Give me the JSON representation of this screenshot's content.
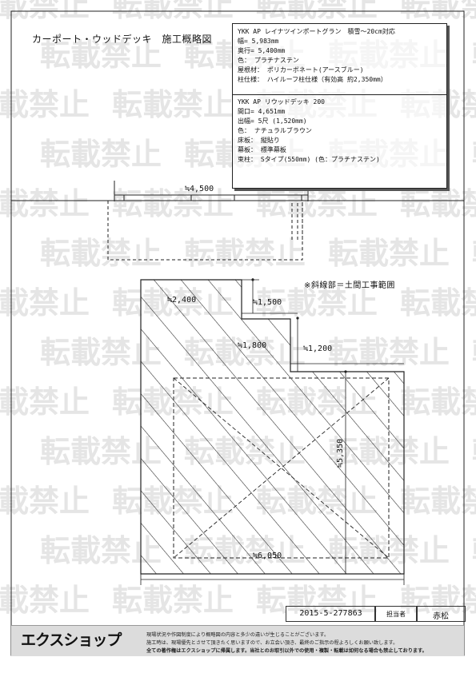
{
  "title": "カーポート・ウッドデッキ　施工概略図",
  "watermark": "転載禁止",
  "spec": {
    "carport": [
      "YKK AP レイナツインポートグラン　積雪～20cm対応",
      "幅= 5,983mm",
      "奥行= 5,400mm",
      "色： プラチナステン",
      "屋根材： ポリカーボネート(アースブルー)",
      "柱仕様： ハイルーフ柱仕様（有効高 約2,350mm）"
    ],
    "deck": [
      "YKK AP リウッドデッキ 200",
      "間口= 4,651mm",
      "出幅= 5尺 (1,520mm)",
      "色： ナチュラルブラウン",
      "床板： 縦貼り",
      "幕板： 標準幕板",
      "束柱： Sタイプ(550mm) (色：プラチナステン)"
    ]
  },
  "dimensions": {
    "carport_width": "≒4,500",
    "d2400": "≒2,400",
    "d1500": "≒1,500",
    "d1800": "≒1,800",
    "d1200": "≒1,200",
    "d5350": "≒5,350",
    "d6050": "≒6,050"
  },
  "note": "※斜線部＝土間工事範囲",
  "footer": {
    "code": "2015-5-277863",
    "tanto_label": "担当者",
    "tanto_name": "赤松",
    "logo": "エクスショップ",
    "notes": [
      "現場状況や作図制度により概略図の内容と多少の違いが生じることがございます。",
      "施工時は、現場優先とさせて頂きたく思いますので、お立会い頂き、最終のご指示の程よろしくお願い致します。",
      "全ての著作権はエクスショップに帰属します。当社とのお取引以外での使用・複製・転載は如何なる場合も禁止しております。"
    ]
  },
  "colors": {
    "line": "#222222",
    "watermark": "#cfcfcf",
    "footer_band": "#dcdcdc"
  }
}
